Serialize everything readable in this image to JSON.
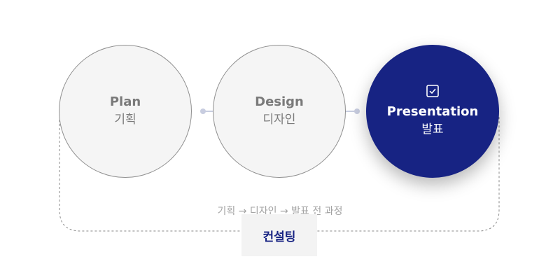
{
  "steps": [
    {
      "en": "Plan",
      "ko": "기획"
    },
    {
      "en": "Design",
      "ko": "디자인"
    },
    {
      "en": "Presentation",
      "ko": "발표",
      "icon": "checkbox-icon"
    }
  ],
  "process_text": "기획 → 디자인 → 발표 전 과정",
  "bracket_label": "컨설팅",
  "colors": {
    "accent": "#172383",
    "light_fill": "#f5f5f5",
    "connector": "#c8cde0"
  }
}
